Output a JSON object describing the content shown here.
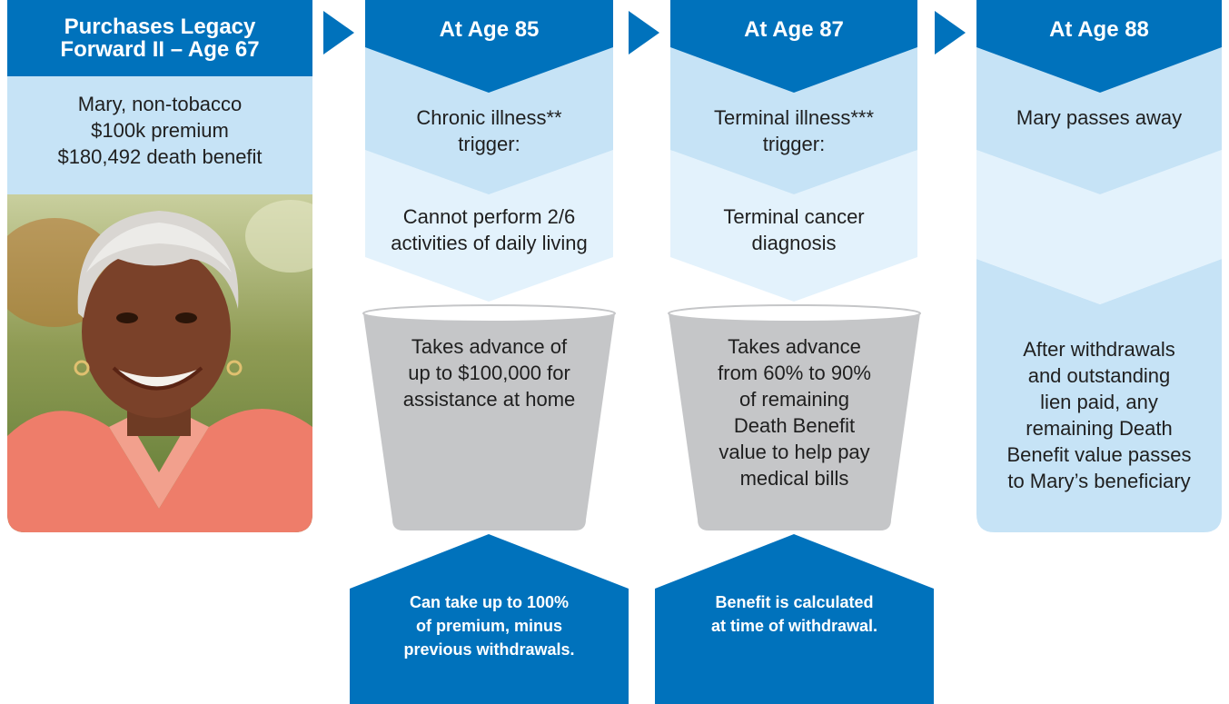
{
  "colors": {
    "dark_blue": "#0072bc",
    "light_blue": "#c6e3f6",
    "lighter_blue": "#e3f2fc",
    "bucket_gray": "#c5c6c8"
  },
  "col1": {
    "title": "Purchases Legacy Forward II – Age 67",
    "title_line1": "Purchases Legacy",
    "title_line2": "Forward II – Age 67",
    "lines": [
      "Mary, non-tobacco",
      "$100k premium",
      "$180,492 death benefit"
    ],
    "photo_alt": "Smiling woman with short silver hair"
  },
  "col2": {
    "title": "At Age 85",
    "trigger_lines": [
      "Chronic illness**",
      "trigger:"
    ],
    "condition_lines": [
      "Cannot perform 2/6",
      "activities of daily living"
    ],
    "bucket_lines": [
      "Takes advance of",
      "up to $100,000 for",
      "assistance at home"
    ],
    "footer_lines": [
      "Can take up to 100%",
      "of premium, minus",
      "previous withdrawals."
    ]
  },
  "col3": {
    "title": "At Age 87",
    "trigger_lines": [
      "Terminal illness***",
      "trigger:"
    ],
    "condition_lines": [
      "Terminal cancer",
      "diagnosis"
    ],
    "bucket_lines": [
      "Takes advance",
      "from 60% to 90%",
      "of remaining",
      "Death Benefit",
      "value to help pay",
      "medical bills"
    ],
    "footer_lines": [
      "Benefit is calculated",
      "at time of withdrawal."
    ]
  },
  "col4": {
    "title": "At Age 88",
    "event": "Mary passes away",
    "outcome_lines": [
      "After withdrawals",
      "and outstanding",
      "lien paid, any",
      "remaining Death",
      "Benefit value passes",
      "to Mary’s beneficiary"
    ]
  }
}
